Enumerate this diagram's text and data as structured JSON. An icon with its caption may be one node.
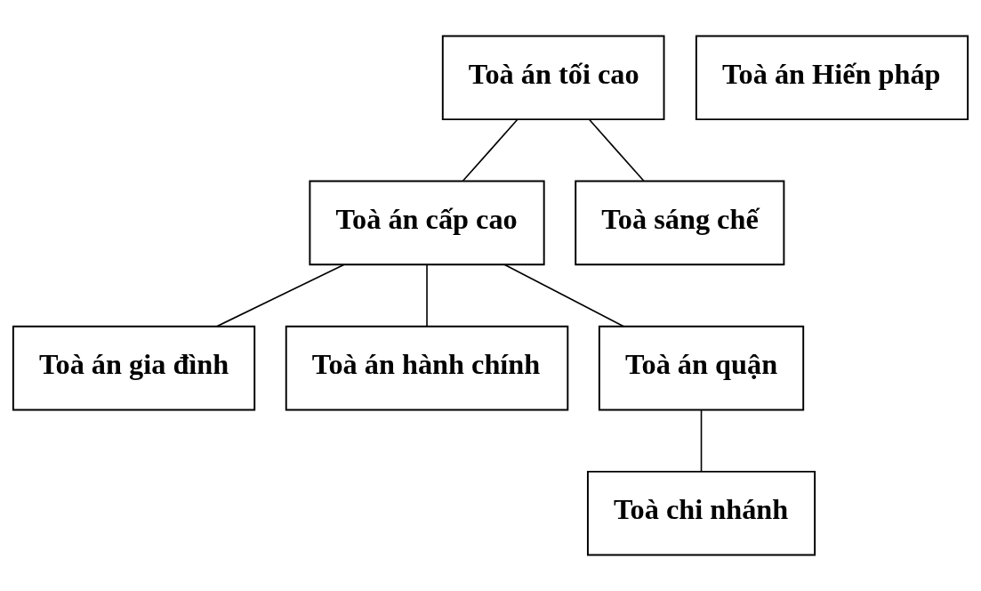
{
  "diagram": {
    "nodes": [
      {
        "text": [
          "Toà án tối cao"
        ]
      },
      {
        "text": [
          "Toà án Hiến pháp"
        ]
      },
      {
        "text": [
          "Toà án cấp cao"
        ]
      },
      {
        "text": [
          "Toà sáng chế"
        ]
      },
      {
        "text": [
          "Toà án gia đình"
        ]
      },
      {
        "text": [
          "Toà án hành chính"
        ]
      },
      {
        "text": [
          "Toà án quận"
        ]
      },
      {
        "text": [
          "Toà chi nhánh"
        ]
      }
    ],
    "edges": [
      {
        "from": 0,
        "to": 2,
        "arrow": "none"
      },
      {
        "from": 0,
        "to": 3,
        "arrow": "none"
      },
      {
        "from": 2,
        "to": 4,
        "arrow": "none"
      },
      {
        "from": 2,
        "to": 5,
        "arrow": "none"
      },
      {
        "from": 2,
        "to": 6,
        "arrow": "none"
      },
      {
        "from": 6,
        "to": 7,
        "arrow": "none"
      }
    ]
  }
}
